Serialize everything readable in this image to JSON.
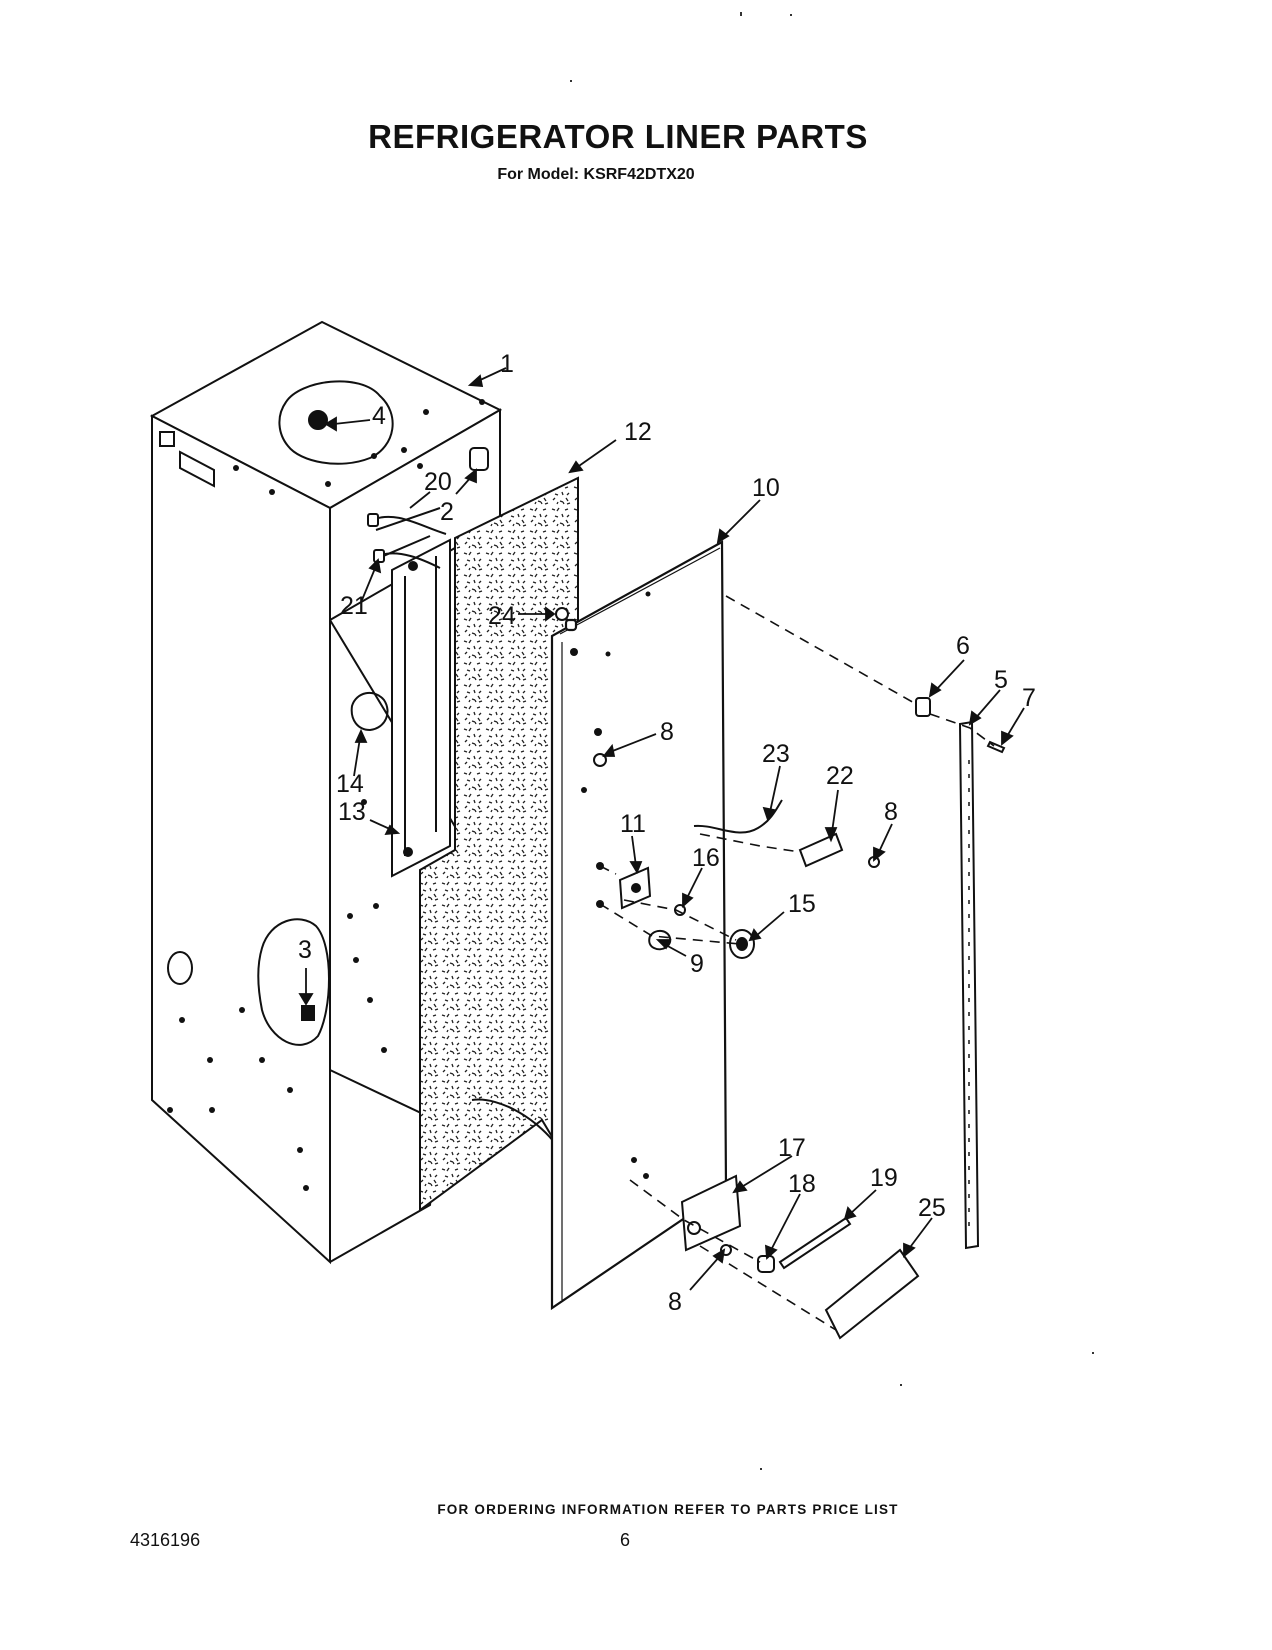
{
  "header": {
    "title": "REFRIGERATOR LINER PARTS",
    "model_line": "For Model: KSRF42DTX20"
  },
  "callouts": {
    "c1": "1",
    "c2": "2",
    "c3": "3",
    "c4": "4",
    "c5": "5",
    "c6": "6",
    "c7": "7",
    "c8a": "8",
    "c8b": "8",
    "c8c": "8",
    "c9": "9",
    "c10": "10",
    "c11": "11",
    "c12": "12",
    "c13": "13",
    "c14": "14",
    "c15": "15",
    "c16": "16",
    "c17": "17",
    "c18": "18",
    "c19": "19",
    "c20": "20",
    "c21": "21",
    "c22": "22",
    "c23": "23",
    "c24": "24",
    "c25": "25"
  },
  "footer": {
    "ordering_note": "FOR ORDERING INFORMATION REFER TO PARTS PRICE LIST",
    "document_number": "4316196",
    "page_number": "6"
  }
}
